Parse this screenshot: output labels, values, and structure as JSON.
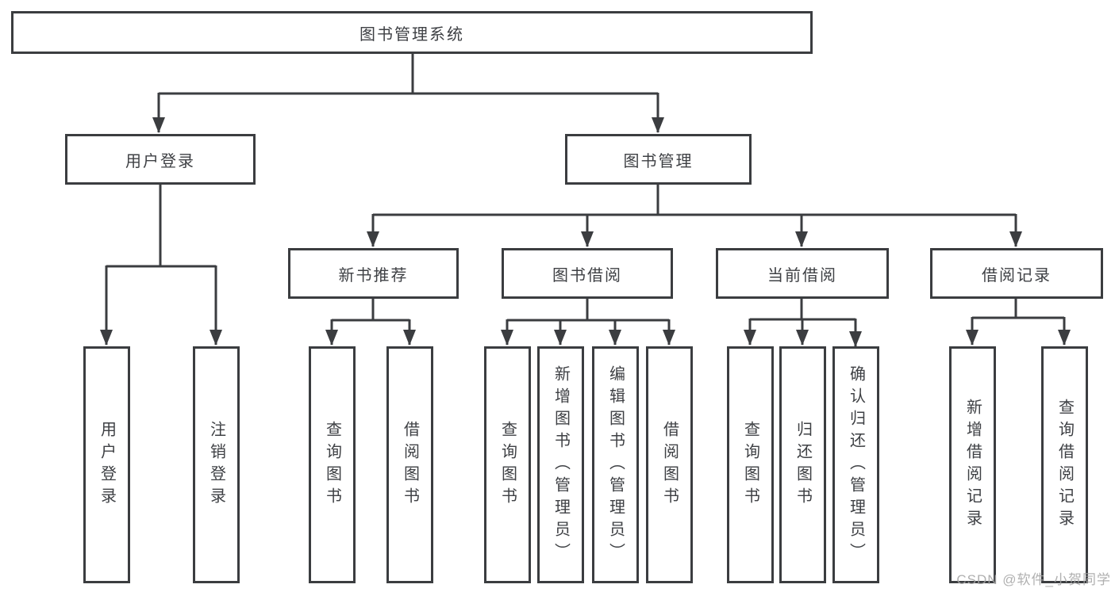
{
  "nodes": {
    "root": "图书管理系统",
    "user_login": "用户登录",
    "book_management": "图书管理",
    "new_book_recommend": "新书推荐",
    "book_borrow": "图书借阅",
    "current_borrow": "当前借阅",
    "borrow_records": "借阅记录",
    "leaf_user_login": "用户登录",
    "leaf_logout": "注销登录",
    "leaf_nbr_query": "查询图书",
    "leaf_nbr_borrow": "借阅图书",
    "leaf_bb_query": "查询图书",
    "leaf_bb_add": "新增图书（管理员）",
    "leaf_bb_edit": "编辑图书（管理员）",
    "leaf_bb_borrow": "借阅图书",
    "leaf_cb_query": "查询图书",
    "leaf_cb_return": "归还图书",
    "leaf_cb_confirm": "确认归还（管理员）",
    "leaf_br_add": "新增借阅记录",
    "leaf_br_query": "查询借阅记录"
  },
  "hierarchy": {
    "图书管理系统": [
      "用户登录",
      "图书管理"
    ],
    "用户登录": [
      "用户登录",
      "注销登录"
    ],
    "图书管理": [
      "新书推荐",
      "图书借阅",
      "当前借阅",
      "借阅记录"
    ],
    "新书推荐": [
      "查询图书",
      "借阅图书"
    ],
    "图书借阅": [
      "查询图书",
      "新增图书（管理员）",
      "编辑图书（管理员）",
      "借阅图书"
    ],
    "当前借阅": [
      "查询图书",
      "归还图书",
      "确认归还（管理员）"
    ],
    "借阅记录": [
      "新增借阅记录",
      "查询借阅记录"
    ]
  },
  "watermark": {
    "text": "CSDN @软件_小贺同学"
  },
  "colors": {
    "line": "#3b3d40",
    "text": "#3e4044",
    "background": "#ffffff",
    "watermark": "#a5a5a5"
  }
}
